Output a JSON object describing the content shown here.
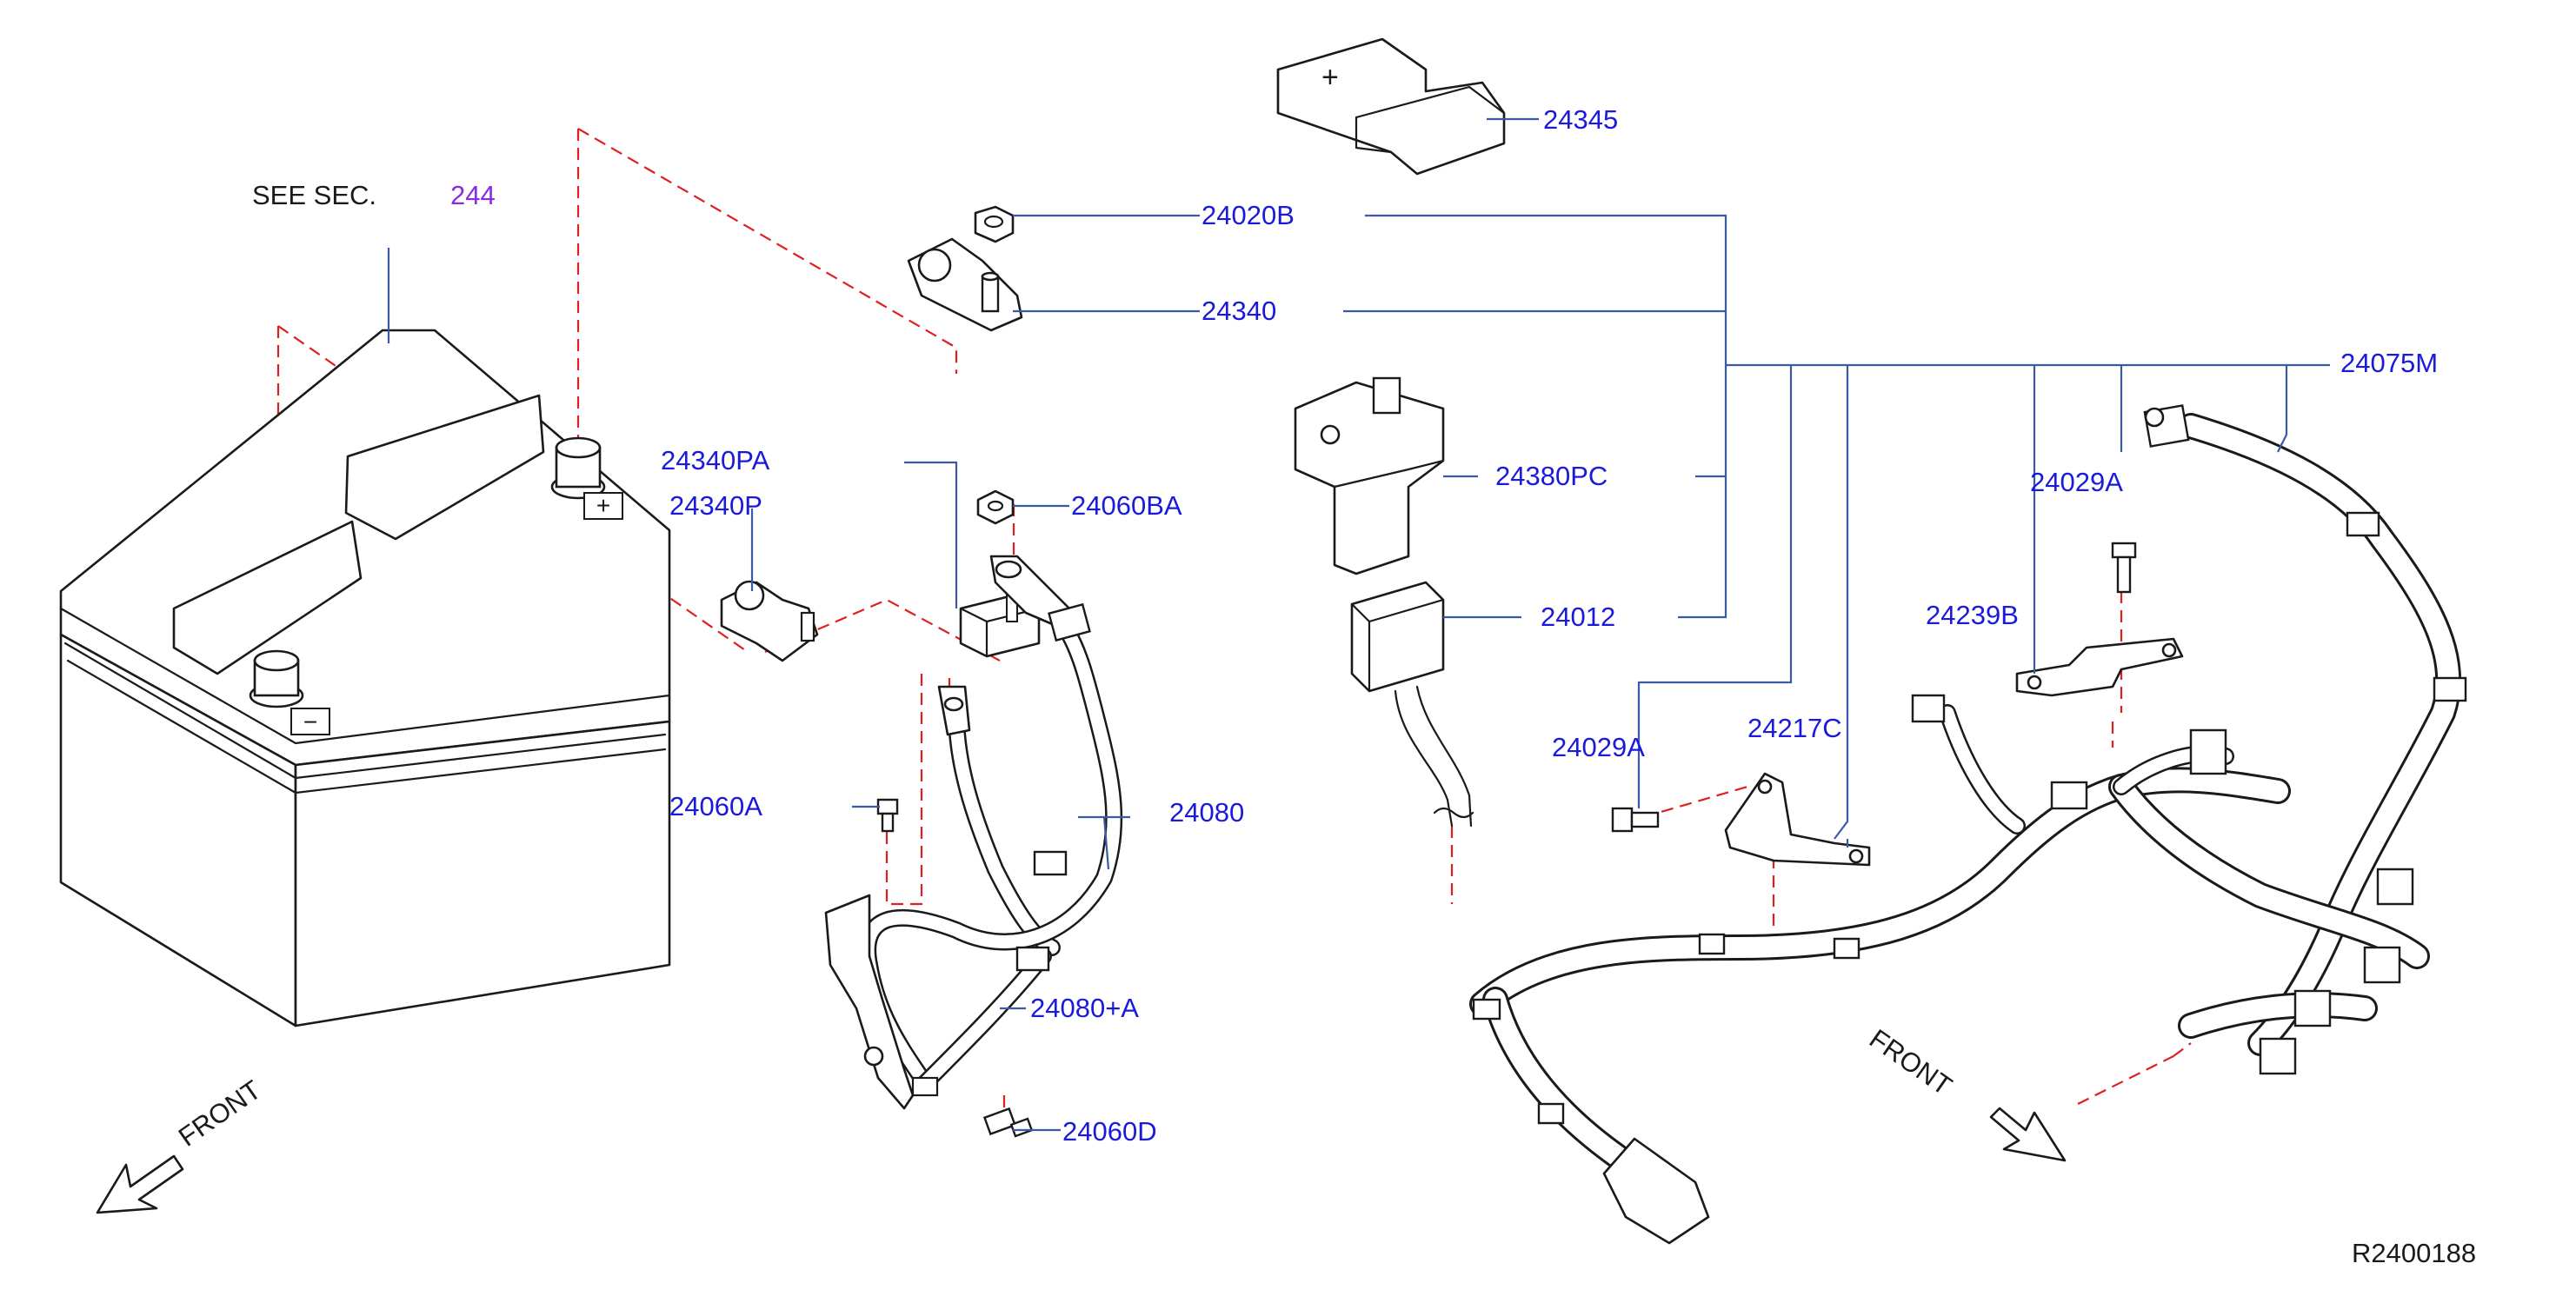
{
  "see_section": {
    "prefix": "SEE   SEC.",
    "number": "244"
  },
  "labels": {
    "p24345": "24345",
    "p24020B": "24020B",
    "p24340": "24340",
    "p24075M": "24075M",
    "p24380PC": "24380PC",
    "p24340PA": "24340PA",
    "p24060BA": "24060BA",
    "p24340P": "24340P",
    "p24029A_top": "24029A",
    "p24012": "24012",
    "p24239B": "24239B",
    "p24217C": "24217C",
    "p24029A_low": "24029A",
    "p24060A": "24060A",
    "p24080": "24080",
    "p24080A": "24080+A",
    "p24060D": "24060D"
  },
  "front_left": "FRONT",
  "front_right": "FRONT",
  "battery_symbols": {
    "plus": "+",
    "minus": "−"
  },
  "cover_symbol": "+",
  "diagram_code": "R2400188",
  "colors": {
    "callout_text": "#1a1adc",
    "section_ref": "#8a2be2",
    "leader": "#3a5aa6",
    "phantom": "#e02020"
  }
}
